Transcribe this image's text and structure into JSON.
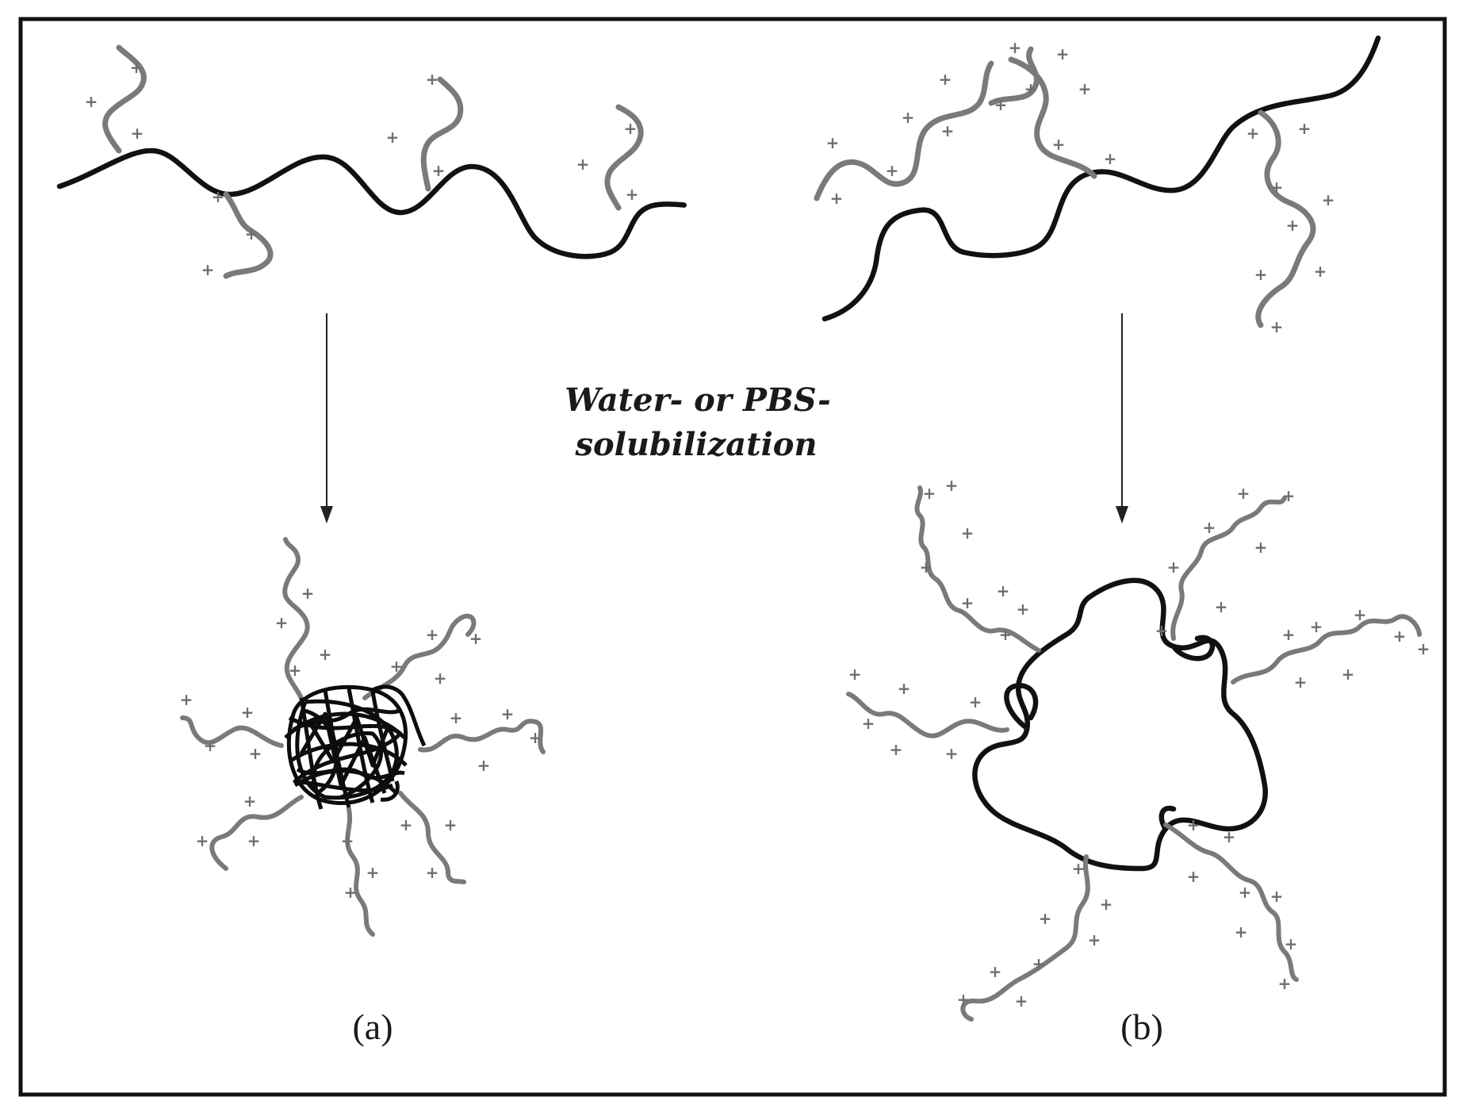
{
  "labels": {
    "treatment_line1": "Water- or PBS-",
    "treatment_line2": "solubilization",
    "panel_a": "(a)",
    "panel_b": "(b)"
  },
  "symbols": {
    "charge_mark": "+"
  },
  "colors": {
    "backbone": "#111111",
    "side_chain": "#7a7a7a",
    "charge": "#6e6e6e",
    "frame": "#111111"
  }
}
